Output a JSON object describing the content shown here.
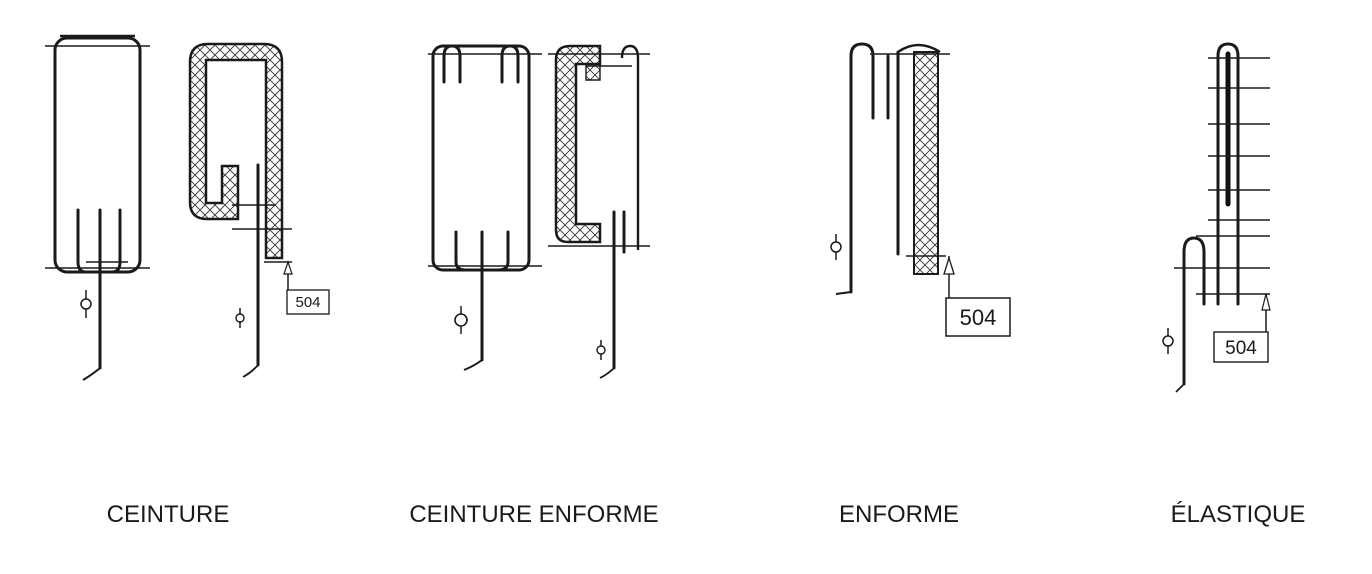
{
  "panels": [
    {
      "caption": "CEINTURE",
      "stitch_code": "504"
    },
    {
      "caption": "CEINTURE ENFORME"
    },
    {
      "caption": "ENFORME",
      "stitch_code": "504"
    },
    {
      "caption": "ÉLASTIQUE",
      "stitch_code": "504"
    }
  ]
}
